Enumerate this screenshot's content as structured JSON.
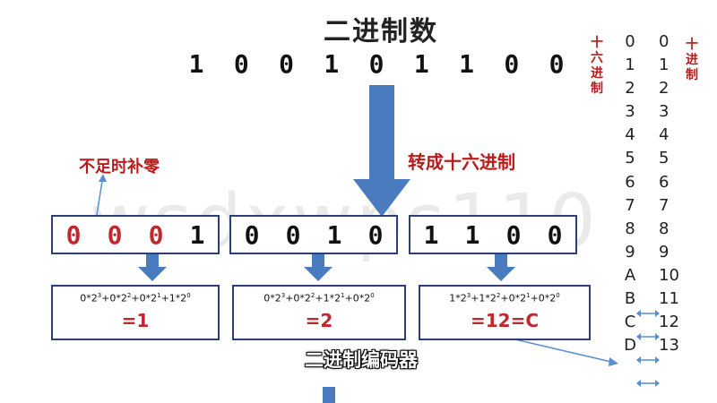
{
  "title": "二进制数",
  "binary_digits": [
    "1",
    "0",
    "0",
    "1",
    "0",
    "1",
    "1",
    "0",
    "0"
  ],
  "pad_note": "不足时补零",
  "convert_note": "转成十六进制",
  "groups": [
    {
      "digits": [
        "0",
        "0",
        "0",
        "1"
      ],
      "padded": [
        true,
        true,
        true,
        false
      ],
      "formula": {
        "p1": "0*2",
        "e1": "3",
        "p2": "+0*2",
        "e2": "2",
        "p3": "+0*2",
        "e3": "1",
        "p4": "+1*2",
        "e4": "0"
      },
      "result": "=1"
    },
    {
      "digits": [
        "0",
        "0",
        "1",
        "0"
      ],
      "padded": [
        false,
        false,
        false,
        false
      ],
      "formula": {
        "p1": "0*2",
        "e1": "3",
        "p2": "+0*2",
        "e2": "2",
        "p3": "+1*2",
        "e3": "1",
        "p4": "+0*2",
        "e4": "0"
      },
      "result": "=2"
    },
    {
      "digits": [
        "1",
        "1",
        "0",
        "0"
      ],
      "padded": [
        false,
        false,
        false,
        false
      ],
      "formula": {
        "p1": "1*2",
        "e1": "3",
        "p2": "+1*2",
        "e2": "2",
        "p3": "+0*2",
        "e3": "1",
        "p4": "+0*2",
        "e4": "0"
      },
      "result": "=12=C"
    }
  ],
  "subtitle": "二进制编码器",
  "watermark": "wsdxwps110",
  "hex_label": [
    "十",
    "六",
    "进",
    "制"
  ],
  "dec_label": [
    "十",
    "进",
    "制"
  ],
  "hex_values": [
    "0",
    "1",
    "2",
    "3",
    "4",
    "5",
    "6",
    "7",
    "8",
    "9",
    "A",
    "B",
    "C",
    "D"
  ],
  "dec_values": [
    "0",
    "1",
    "2",
    "3",
    "4",
    "5",
    "6",
    "7",
    "8",
    "9",
    "10",
    "11",
    "12",
    "13"
  ],
  "colors": {
    "arrow": "#4a7bbf",
    "red": "#c0282d",
    "box_border": "#2c3e75",
    "pointer": "#5a8ed0"
  }
}
